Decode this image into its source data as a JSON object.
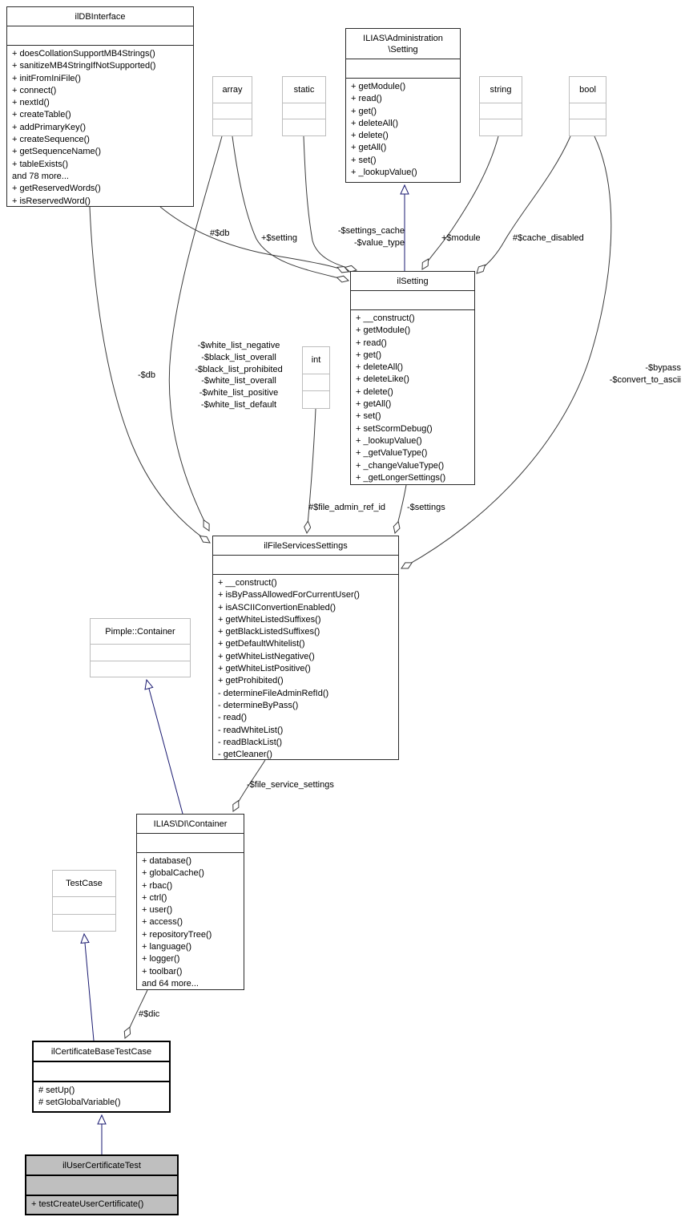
{
  "diagram_title": "ilUserCertificateTest collaboration diagram",
  "colors": {
    "inheritance_edge": "#191970",
    "aggregation_edge": "#3c3c3c",
    "focal_class_bg": "#bfbfbf",
    "external_box_border": "#bdbdbd",
    "class_border": "#2b2b2b"
  },
  "classes": {
    "db": {
      "title": "ilDBInterface",
      "methods": [
        "+ doesCollationSupportMB4Strings()",
        "+ sanitizeMB4StringIfNotSupported()",
        "+ initFromIniFile()",
        "+ connect()",
        "+ nextId()",
        "+ createTable()",
        "+ addPrimaryKey()",
        "+ createSequence()",
        "+ getSequenceName()",
        "+ tableExists()",
        "and 78 more...",
        "+ getReservedWords()",
        "+ isReservedWord()"
      ]
    },
    "adminSetting": {
      "title_lines": [
        "ILIAS\\Administration",
        "\\Setting"
      ],
      "methods": [
        "+ getModule()",
        "+ read()",
        "+ get()",
        "+ deleteAll()",
        "+ delete()",
        "+ getAll()",
        "+ set()",
        "+ _lookupValue()"
      ]
    },
    "ilsetting": {
      "title": "ilSetting",
      "methods": [
        "+ __construct()",
        "+ getModule()",
        "+ read()",
        "+ get()",
        "+ deleteAll()",
        "+ deleteLike()",
        "+ delete()",
        "+ getAll()",
        "+ set()",
        "+ setScormDebug()",
        "+ _lookupValue()",
        "+ _getValueType()",
        "+ _changeValueType()",
        "+ _getLongerSettings()"
      ]
    },
    "fileServices": {
      "title": "ilFileServicesSettings",
      "methods": [
        "+ __construct()",
        "+ isByPassAllowedForCurrentUser()",
        "+ isASCIIConvertionEnabled()",
        "+ getWhiteListedSuffixes()",
        "+ getBlackListedSuffixes()",
        "+ getDefaultWhitelist()",
        "+ getWhiteListNegative()",
        "+ getWhiteListPositive()",
        "+ getProhibited()",
        "- determineFileAdminRefId()",
        "- determineByPass()",
        "- read()",
        "- readWhiteList()",
        "- readBlackList()",
        "- getCleaner()"
      ]
    },
    "diContainer": {
      "title": "ILIAS\\DI\\Container",
      "methods": [
        "+ database()",
        "+ globalCache()",
        "+ rbac()",
        "+ ctrl()",
        "+ user()",
        "+ access()",
        "+ repositoryTree()",
        "+ language()",
        "+ logger()",
        "+ toolbar()",
        "and 64 more..."
      ]
    },
    "pimple": {
      "title": "Pimple::Container"
    },
    "testcase": {
      "title": "TestCase"
    },
    "certBase": {
      "title": "ilCertificateBaseTestCase",
      "methods": [
        "# setUp()",
        "# setGlobalVariable()"
      ]
    },
    "userCertTest": {
      "title": "ilUserCertificateTest",
      "methods": [
        "+ testCreateUserCertificate()"
      ]
    },
    "array": {
      "title": "array"
    },
    "static": {
      "title": "static"
    },
    "string": {
      "title": "string"
    },
    "bool": {
      "title": "bool"
    },
    "int": {
      "title": "int"
    }
  },
  "edge_labels": {
    "db_setting": "#$db",
    "setting_member": "+$setting",
    "settings_cache_lines": [
      "-$settings_cache",
      "-$value_type"
    ],
    "module": "+$module",
    "cache_disabled": "#$cache_disabled",
    "db_file": "-$db",
    "white_list_lines": [
      "-$white_list_negative",
      "-$black_list_overall",
      "-$black_list_prohibited",
      "-$white_list_overall",
      "-$white_list_positive",
      "-$white_list_default"
    ],
    "bypass_lines": [
      "-$bypass",
      "-$convert_to_ascii"
    ],
    "file_admin_ref_id": "#$file_admin_ref_id",
    "settings": "-$settings",
    "file_service_settings": "-$file_service_settings",
    "dic": "#$dic"
  }
}
